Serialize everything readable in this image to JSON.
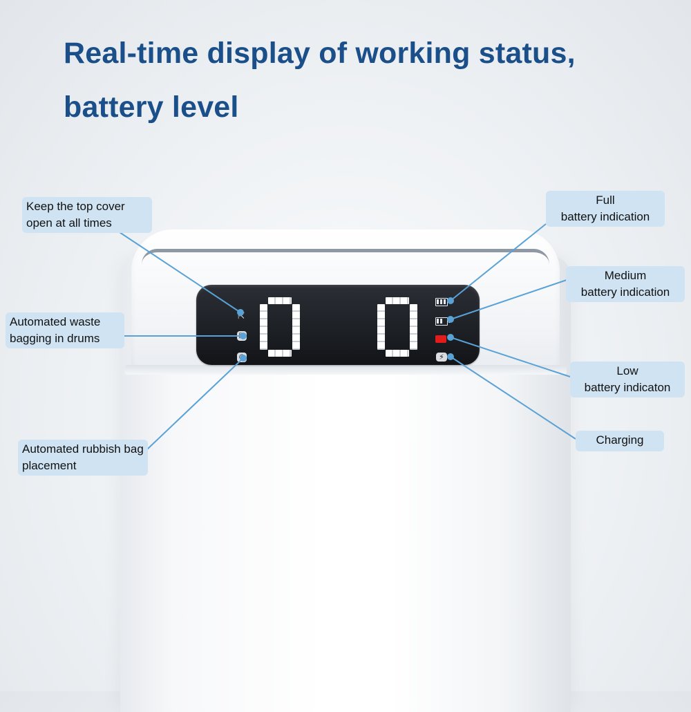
{
  "headline": {
    "line1": "Real-time display of working status,",
    "line2": "battery level"
  },
  "display": {
    "left_digit": "0",
    "right_digit": "0"
  },
  "callouts": {
    "top_cover": "Keep the top cover open at all times",
    "waste_bagging": "Automated waste bagging in drums",
    "bag_placement": "Automated rubbish bag placement",
    "full_battery_line1": "Full",
    "full_battery_line2": "battery indication",
    "medium_battery_line1": "Medium",
    "medium_battery_line2": "battery indication",
    "low_battery_line1": "Low",
    "low_battery_line2": "battery indicaton",
    "charging": "Charging"
  },
  "colors": {
    "headline": "#1b4f8a",
    "callout_bg": "#cfe3f3",
    "leader_line": "#5aa2d6",
    "low_battery": "#e21b1b",
    "display_bg": "#1c1f24"
  },
  "icons": {
    "cover": "open-lid-icon",
    "bagging": "bag-seal-icon",
    "bag_placement": "bag-roll-icon",
    "full_battery": "battery-full-icon",
    "medium_battery": "battery-medium-icon",
    "low_battery": "battery-low-icon",
    "charging": "charging-icon"
  }
}
